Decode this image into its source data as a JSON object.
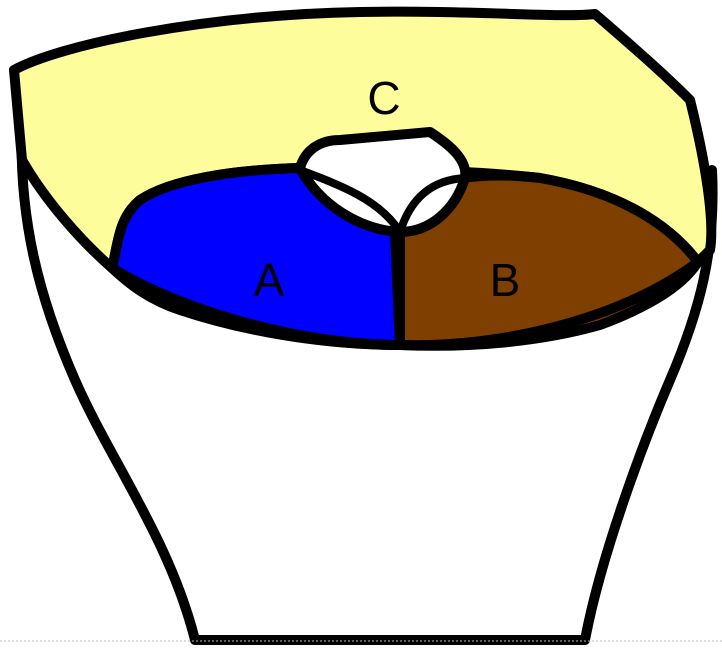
{
  "colors": {
    "region_c_fill": "#FEFD9C",
    "region_a_fill": "#0000FE",
    "region_b_fill": "#7F3F00",
    "center_fill": "#FFFFFF",
    "outline": "#000000",
    "background": "#FFFFFF",
    "bottom_rule": "#B8B8B8"
  },
  "labels": {
    "region_a": "A",
    "region_b": "B",
    "region_c": "C"
  }
}
